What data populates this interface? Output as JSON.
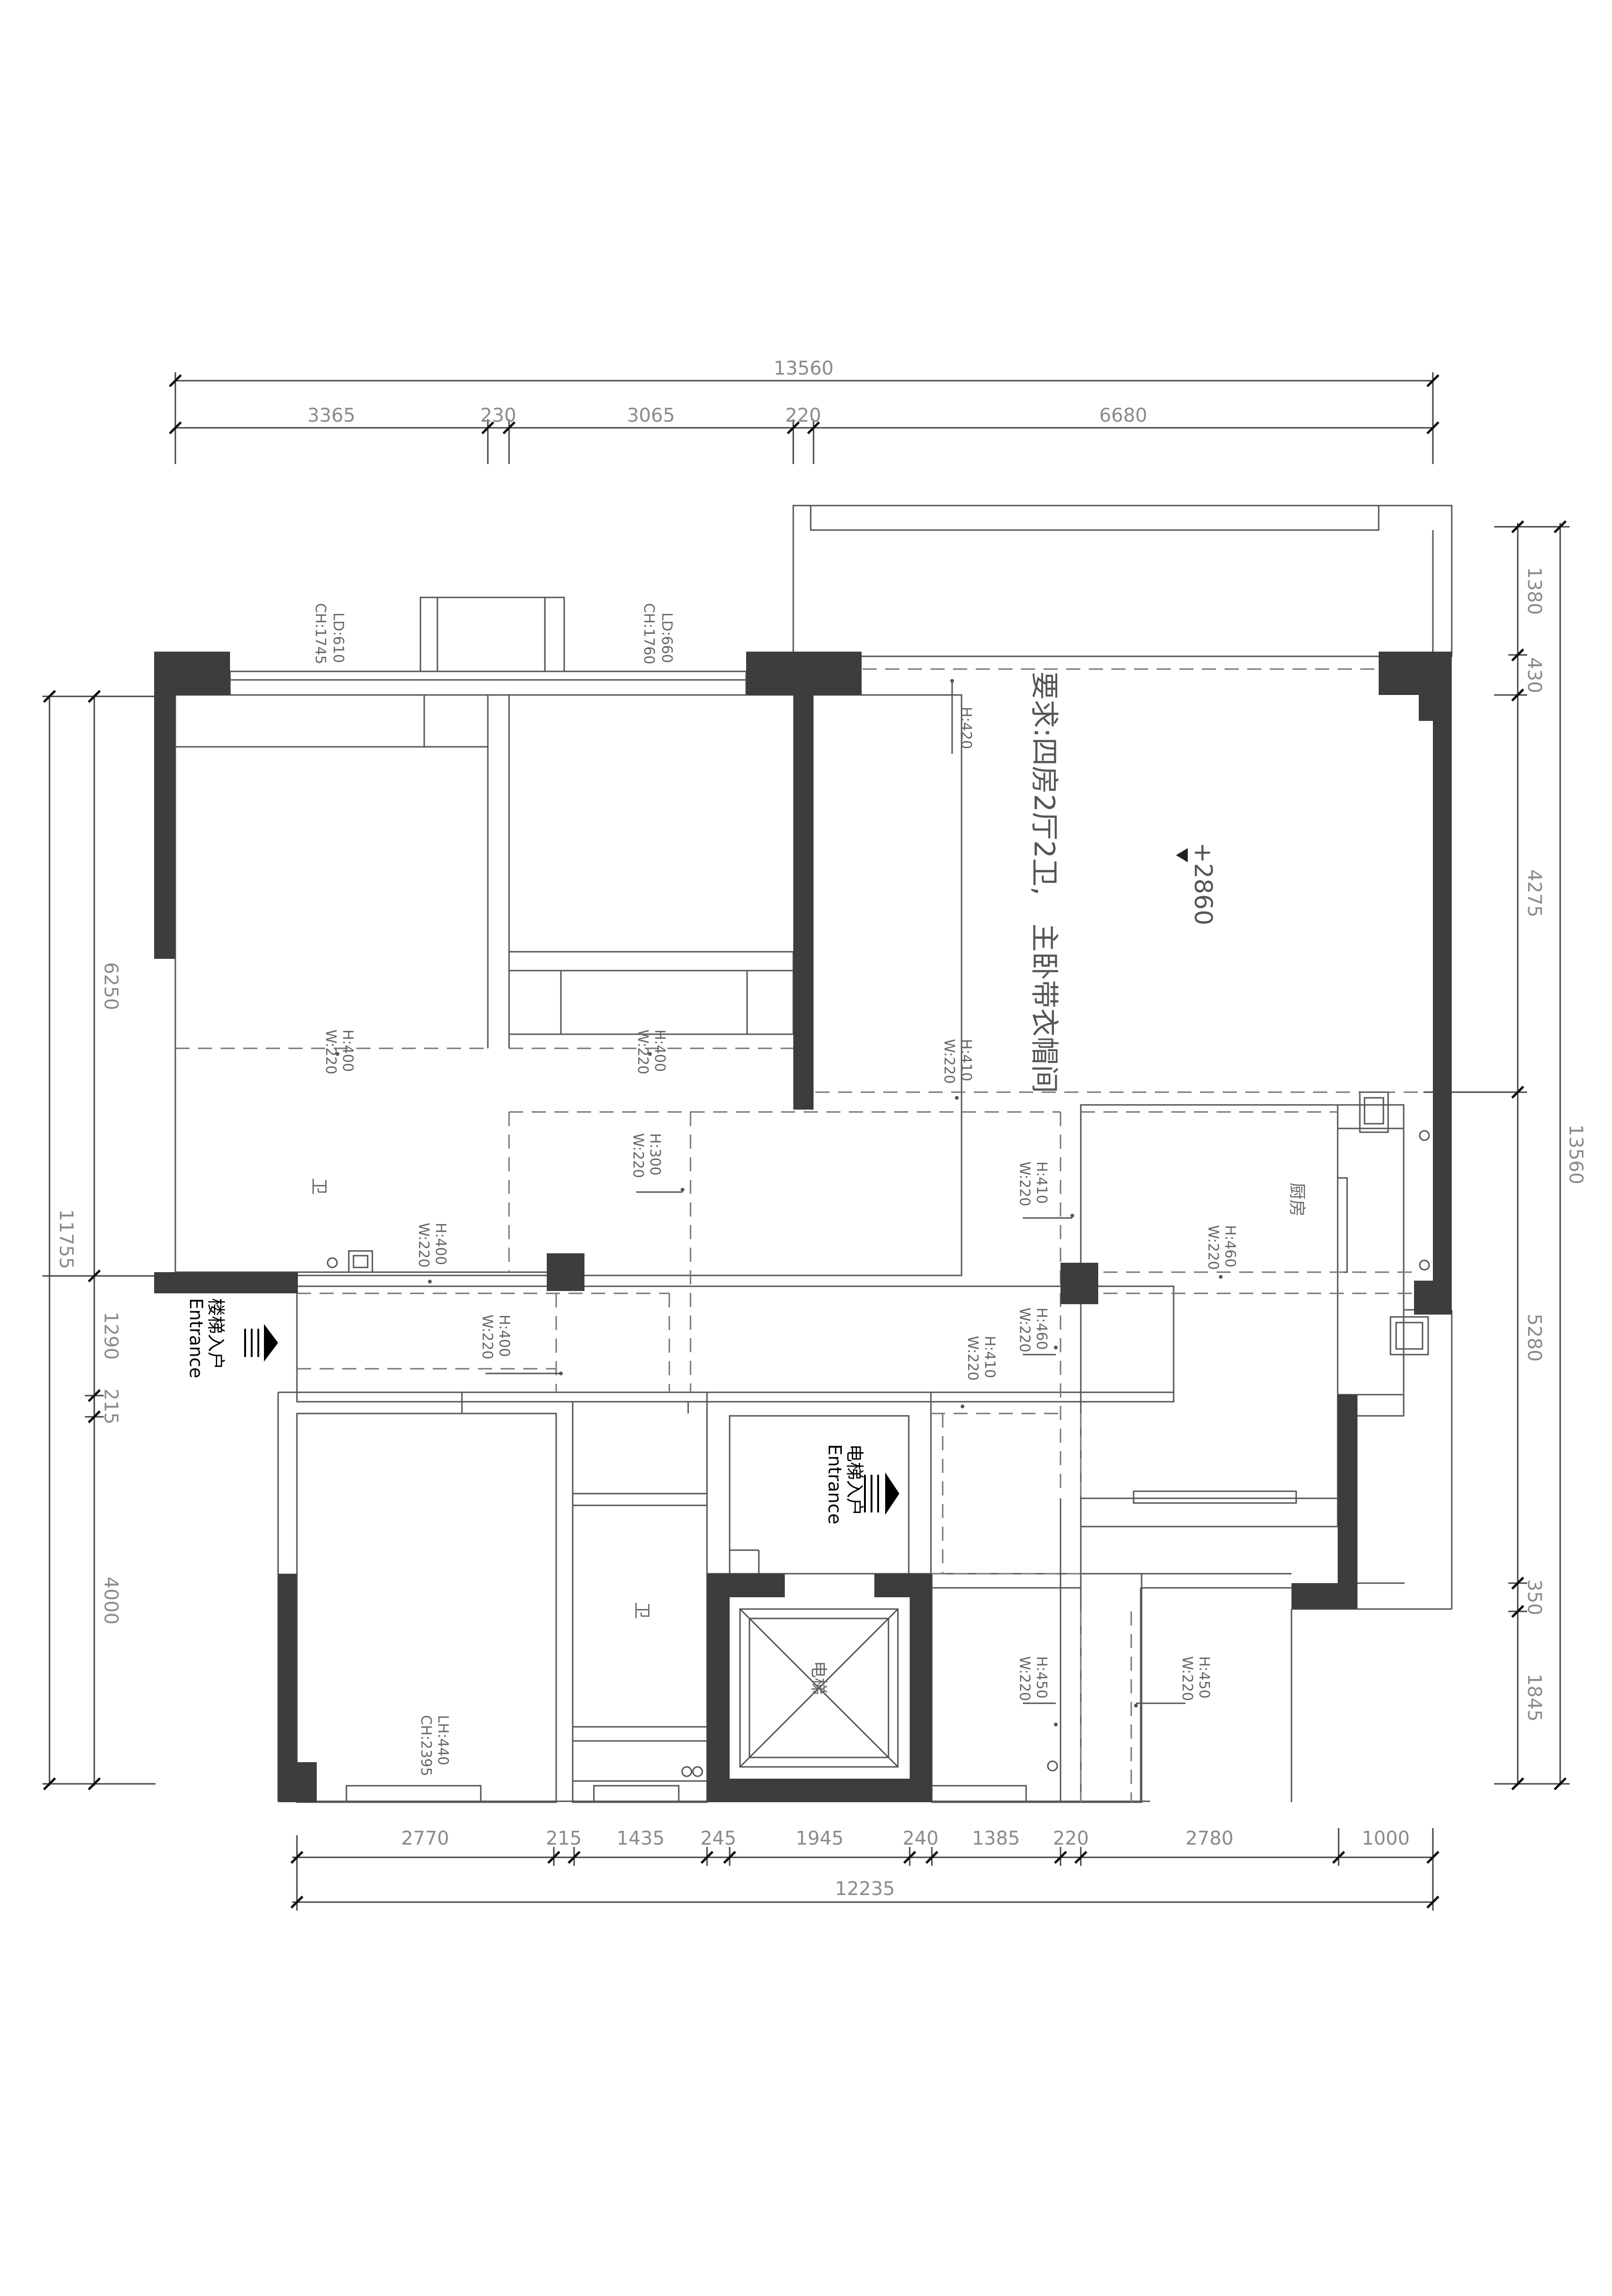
{
  "dimensions": {
    "top_total": "13560",
    "top_segments": [
      "3365",
      "230",
      "3065",
      "220",
      "6680"
    ],
    "bottom_total": "12235",
    "bottom_segments": [
      "2770",
      "215",
      "1435",
      "245",
      "1945",
      "240",
      "1385",
      "220",
      "2780",
      "1000"
    ],
    "left_total": "11755",
    "left_segments": [
      "6250",
      "1290",
      "215",
      "4000"
    ],
    "right_total": "13560",
    "right_segments": [
      "1380",
      "430",
      "4275",
      "5280",
      "350",
      "1845"
    ]
  },
  "window_notes": [
    {
      "line1": "LD:610",
      "line2": "CH:1745"
    },
    {
      "line1": "LD:660",
      "line2": "CH:1760"
    }
  ],
  "beam_notes": [
    {
      "h": "H:420",
      "w": ""
    },
    {
      "h": "H:400",
      "w": "W:220"
    },
    {
      "h": "H:400",
      "w": "W:220"
    },
    {
      "h": "H:410",
      "w": "W:220"
    },
    {
      "h": "H:300",
      "w": "W:220"
    },
    {
      "h": "H:410",
      "w": "W:220"
    },
    {
      "h": "H:460",
      "w": "W:220"
    },
    {
      "h": "H:400",
      "w": "W:220"
    },
    {
      "h": "H:460",
      "w": "W:220"
    },
    {
      "h": "H:400",
      "w": "W:220"
    },
    {
      "h": "H:410",
      "w": "W:220"
    },
    {
      "h": "H:450",
      "w": "W:220"
    },
    {
      "h": "H:450",
      "w": "W:220"
    },
    {
      "h": "LH:440",
      "w": "CH:2395"
    }
  ],
  "requirement_lines": [
    "要求:四房2厅2卫,",
    "主卧带衣帽间"
  ],
  "elevation": "+2860",
  "rooms": {
    "bath1": "卫",
    "bath2": "卫",
    "kitchen": "厨房",
    "elevator": "电梯"
  },
  "entrances": {
    "stair_cn": "楼梯入户",
    "stair_en": "Entrance",
    "elevator_cn": "电梯入户",
    "elevator_en": "Entrance"
  },
  "colors": {
    "wall": "#3d3d40",
    "line": "#555555",
    "dimension_text": "#8a8a8a"
  }
}
